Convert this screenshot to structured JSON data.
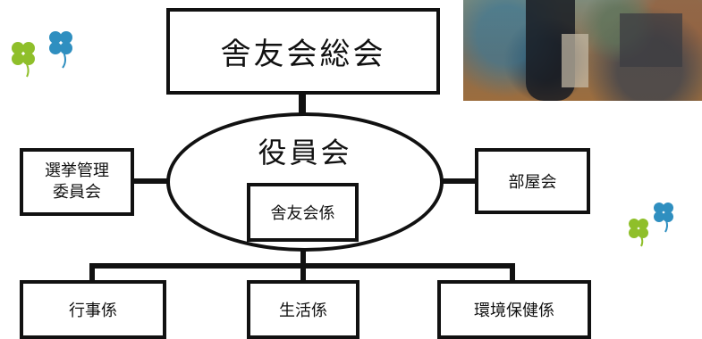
{
  "top": {
    "label": "舎友会総会"
  },
  "center": {
    "label": "役員会",
    "inner_label": "舎友会係"
  },
  "left": {
    "label_line1": "選挙管理",
    "label_line2": "委員会"
  },
  "right": {
    "label": "部屋会"
  },
  "bottom": [
    {
      "label": "行事係"
    },
    {
      "label": "生活係"
    },
    {
      "label": "環境保健係"
    }
  ],
  "decor": {
    "clover_colors": [
      "#2f8fc0",
      "#8fbf2a"
    ],
    "photo": "meeting-photo"
  }
}
